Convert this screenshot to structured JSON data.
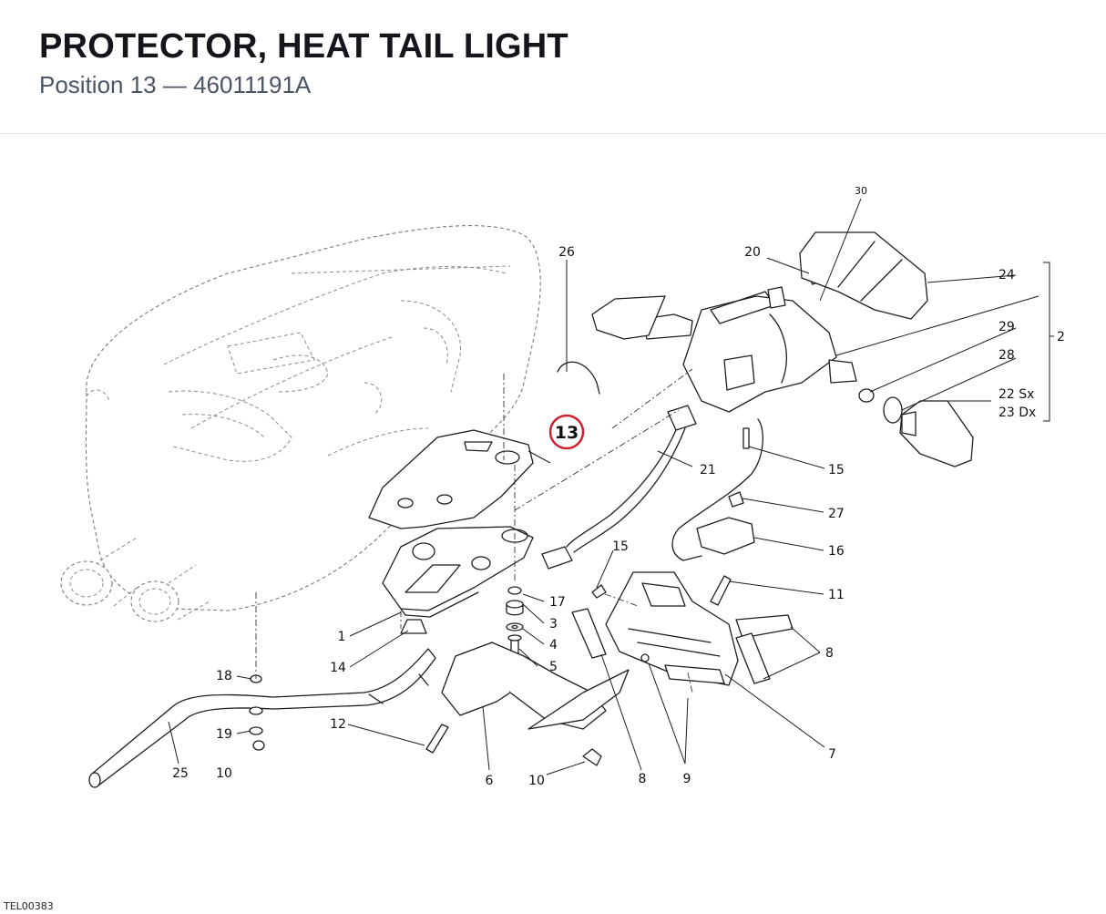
{
  "header": {
    "title": "PROTECTOR, HEAT TAIL LIGHT",
    "subtitle": "Position 13 — 46011191A"
  },
  "highlight": {
    "label": "13",
    "color": "#d0202e"
  },
  "callouts": {
    "c30": "30",
    "c20": "20",
    "c24": "24",
    "c26": "26",
    "c29": "29",
    "c28": "28",
    "c22": "22 Sx",
    "c23": "23 Dx",
    "c2": "2",
    "c21": "21",
    "c15a": "15",
    "c15b": "15",
    "c27": "27",
    "c16": "16",
    "c11": "11",
    "c17": "17",
    "c3": "3",
    "c4": "4",
    "c5": "5",
    "c1": "1",
    "c14": "14",
    "c8a": "8",
    "c8b": "8",
    "c18": "18",
    "c19": "19",
    "c10a": "10",
    "c10b": "10",
    "c12": "12",
    "c25": "25",
    "c6": "6",
    "c9": "9",
    "c7": "7"
  },
  "footer": {
    "code": "TEL00383"
  }
}
